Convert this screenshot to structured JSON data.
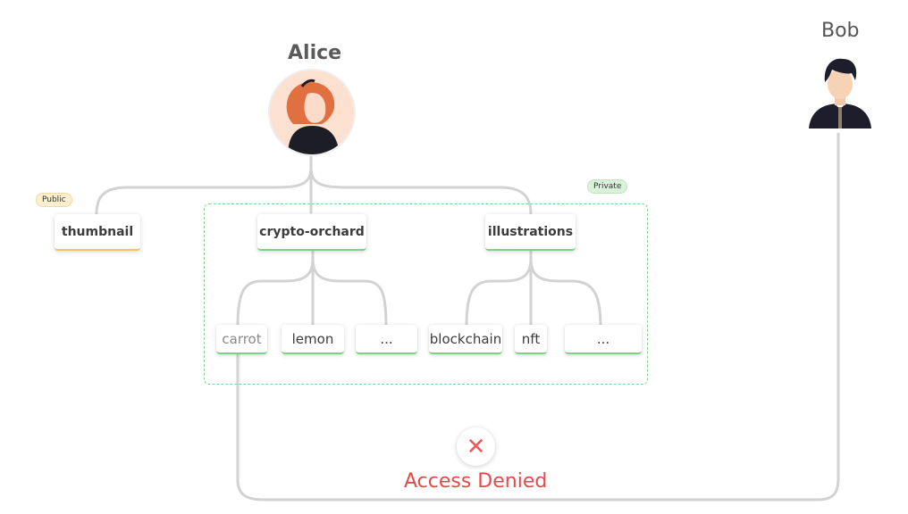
{
  "people": {
    "alice": {
      "name": "Alice"
    },
    "bob": {
      "name": "Bob"
    }
  },
  "badges": {
    "public": "Public",
    "private": "Private"
  },
  "folders": {
    "thumbnail": "thumbnail",
    "crypto_orchard": "crypto-orchard",
    "illustrations": "illustrations"
  },
  "files": {
    "carrot": "carrot",
    "lemon": "lemon",
    "orchard_more": "...",
    "blockchain": "blockchain",
    "nft": "nft",
    "illustrations_more": "..."
  },
  "status": {
    "denied_icon": "close-icon",
    "denied_text": "Access Denied",
    "denied_color": "#e24b4b"
  }
}
